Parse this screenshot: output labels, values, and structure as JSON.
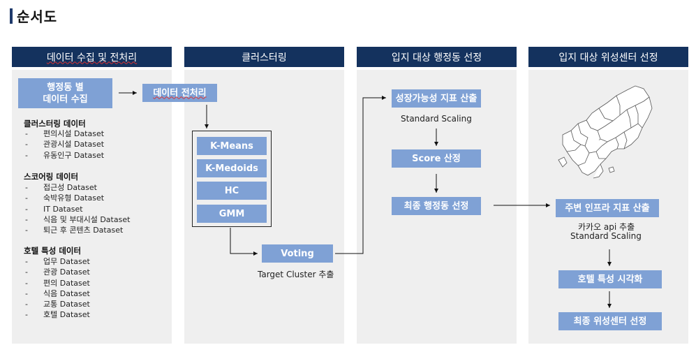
{
  "page_title": "순서도",
  "headers": [
    "데이터 수집 및 전처리",
    "클러스터링",
    "입지 대상 행정동 선정",
    "입지 대상 위성센터 선정"
  ],
  "col1": {
    "collect_box": [
      "행정동 별",
      "데이터 수집"
    ],
    "preprocess_box": "데이터 전처리",
    "groups": [
      {
        "title": "클러스터링 데이터",
        "items": [
          "편의시설 Dataset",
          "관광시설 Dataset",
          "유동인구 Dataset"
        ]
      },
      {
        "title": "스코어링  데이터",
        "items": [
          "접근성 Dataset",
          "숙박유형 Dataset",
          "IT Dataset",
          "식음 및 부대시설 Dataset",
          "퇴근 후 콘텐츠 Dataset"
        ]
      },
      {
        "title": "호텔 특성  데이터",
        "items": [
          "업무 Dataset",
          "관광 Dataset",
          "편의 Dataset",
          "식음 Dataset",
          "교통 Dataset",
          "호텔 Dataset"
        ]
      }
    ]
  },
  "col2": {
    "algorithms": [
      "K-Means",
      "K-Medoids",
      "HC",
      "GMM"
    ],
    "voting": "Voting",
    "voting_caption": "Target Cluster 추출"
  },
  "col3": {
    "growth_box": "성장가능성 지표 산출",
    "scaling": "Standard Scaling",
    "score_box": "Score 산정",
    "final_box": "최종 행정동 선정"
  },
  "col4": {
    "infra_box": "주변 인프라 지표 산출",
    "infra_caption_1": "카카오 api 추출",
    "infra_caption_2": "Standard Scaling",
    "hotel_box": "호텔 특성 시각화",
    "final_box": "최종 위성센터 선정"
  },
  "colors": {
    "header": "#14325e",
    "box": "#7fa1d5",
    "panel": "#efefef",
    "accent": "#1f3a6b"
  }
}
